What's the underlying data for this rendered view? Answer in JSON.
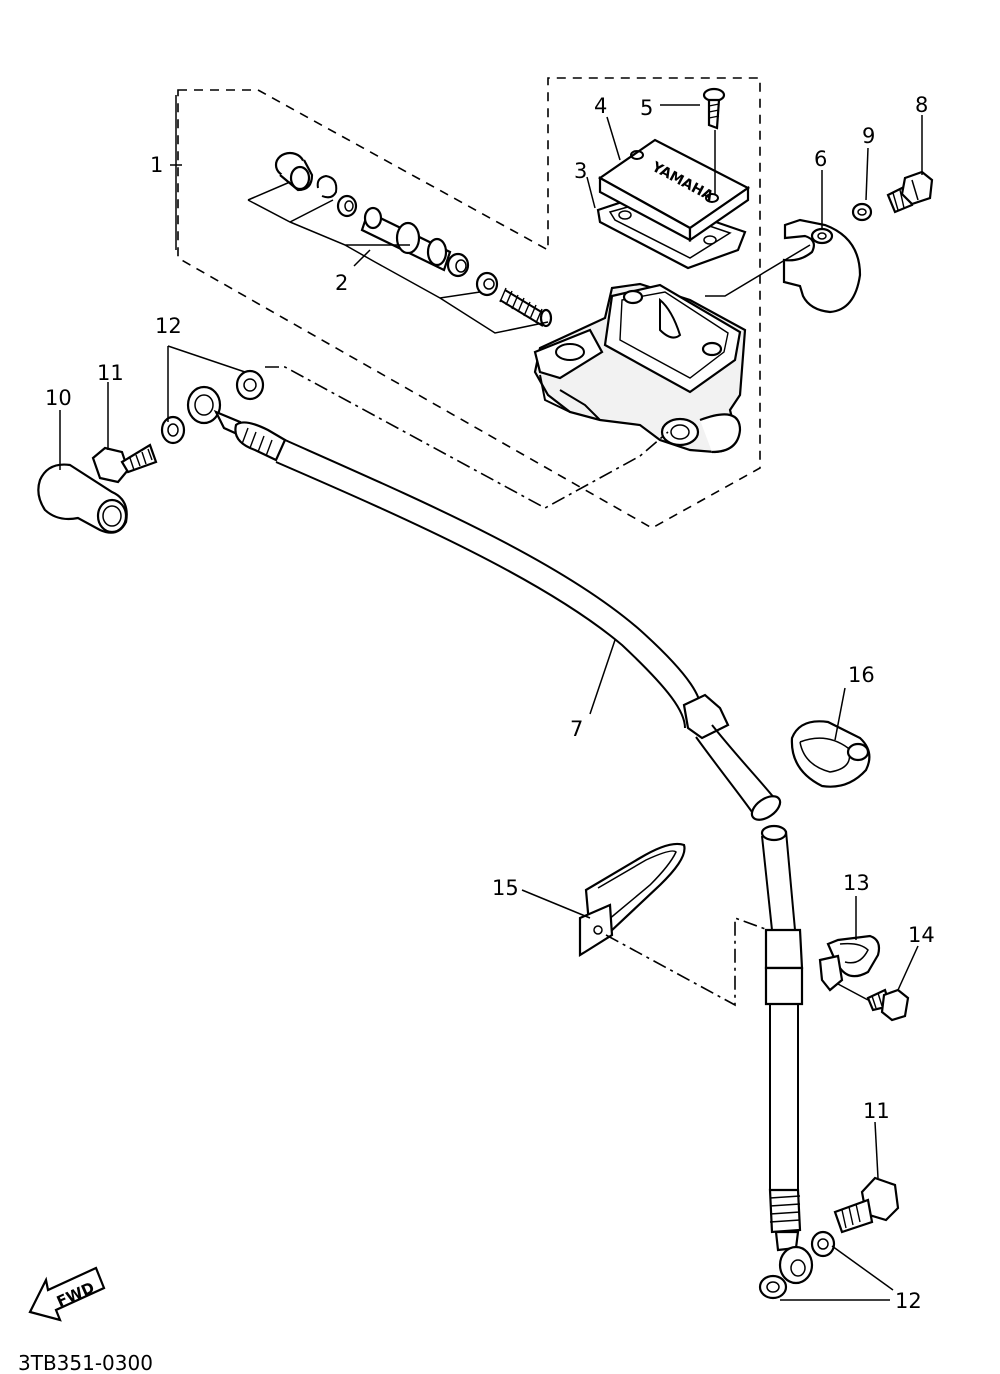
{
  "diagram": {
    "callouts": {
      "c1": "1",
      "c2": "2",
      "c3": "3",
      "c4": "4",
      "c5": "5",
      "c6": "6",
      "c7": "7",
      "c8": "8",
      "c9": "9",
      "c10": "10",
      "c11_top": "11",
      "c11_bottom": "11",
      "c12_top": "12",
      "c12_bottom": "12",
      "c13": "13",
      "c14": "14",
      "c15": "15",
      "c16": "16"
    },
    "fwd_label": "FWD",
    "reservoir_logo": "YAMAHA",
    "drawing_code": "3TB351-0300"
  }
}
